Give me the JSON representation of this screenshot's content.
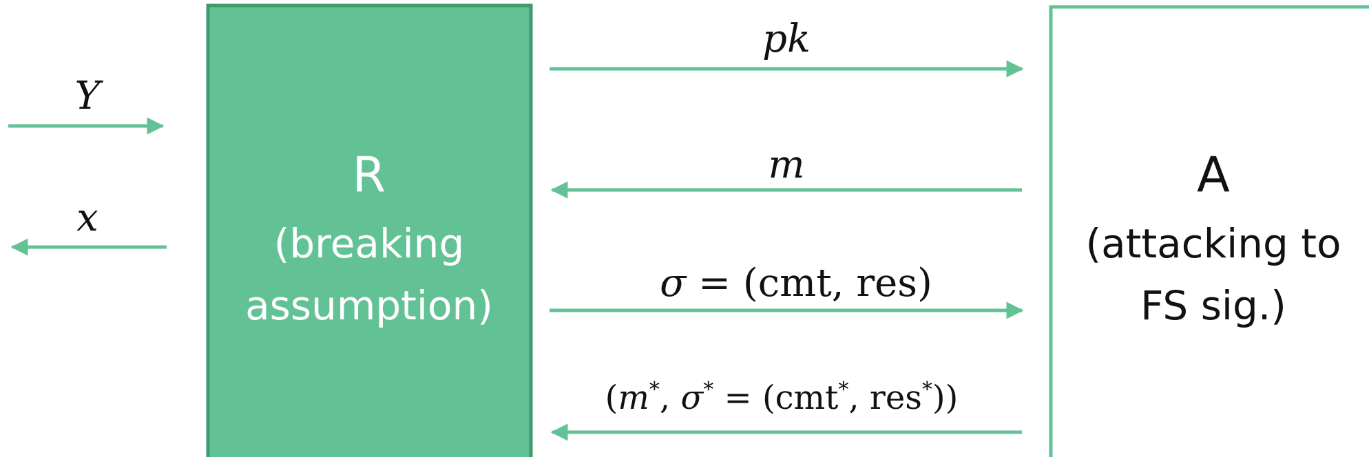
{
  "colors": {
    "accent": "#63c295",
    "accent_border": "#3f9a6d",
    "arrow": "#63c295",
    "text_dark": "#111111",
    "text_light": "#ffffff"
  },
  "left_arrows": {
    "y_label": "Y",
    "x_label": "x"
  },
  "reduction_box": {
    "title": "R",
    "line1": "(breaking",
    "line2": "assumption)"
  },
  "adversary_box": {
    "title": "A",
    "line1": "(attacking to",
    "line2": "FS sig.)"
  },
  "messages": {
    "pk": {
      "base": "pk"
    },
    "m": {
      "base": "m"
    },
    "sigma": {
      "sigma": "σ",
      "eq": " = ",
      "lparen": "(",
      "cmt": "cmt",
      "comma": ", ",
      "res": "res",
      "rparen": ")"
    },
    "forgery": {
      "lparen": "(",
      "m": "m",
      "star": "*",
      "comma": ", ",
      "sigma": "σ",
      "eq": " = ",
      "lparen2": "(",
      "cmt": "cmt",
      "res": "res",
      "rparen2": "))"
    }
  }
}
